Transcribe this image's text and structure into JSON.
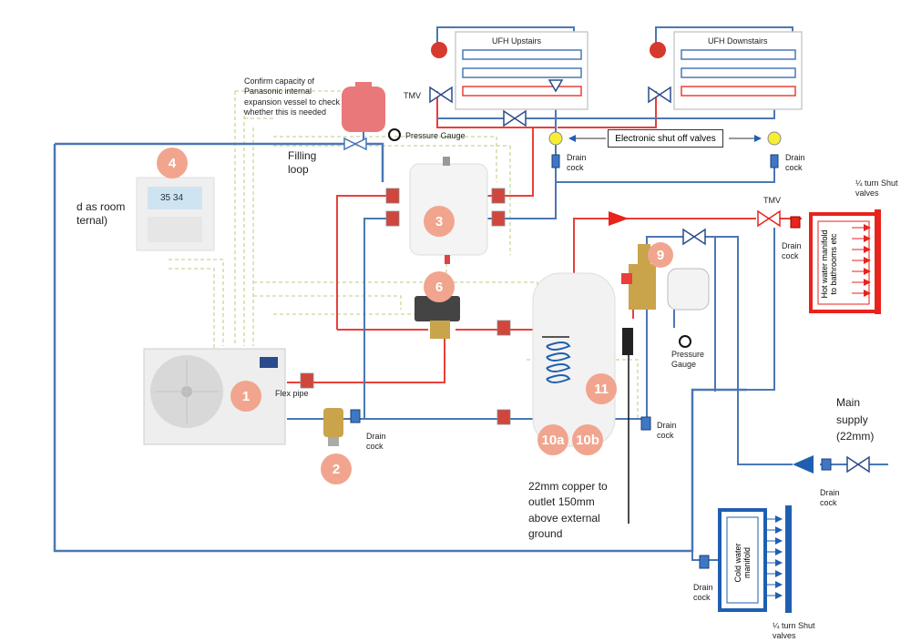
{
  "labels": {
    "expansion_note": [
      "Confirm capacity of",
      "Panasonic internal",
      "expansion vessel to check",
      "whether this is needed"
    ],
    "pressure_gauge_top": "Pressure Gauge",
    "filling_loop": [
      "Filling",
      "loop"
    ],
    "room_note": [
      "d as room",
      "ternal)"
    ],
    "ufh_upstairs": "UFH Upstairs",
    "ufh_downstairs": "UFH Downstairs",
    "tmv_top": "TMV",
    "tmv_right": "TMV",
    "electronic_shutoff": "Electronic shut off valves",
    "drain_cock_ufh1": [
      "Drain",
      "cock"
    ],
    "drain_cock_ufh2": [
      "Drain",
      "cock"
    ],
    "drain_cock_hp": [
      "Drain",
      "cock"
    ],
    "drain_cock_cyl": [
      "Drain",
      "cock"
    ],
    "drain_cock_tmv": [
      "Drain",
      "cock"
    ],
    "drain_cock_main": [
      "Drain",
      "cock"
    ],
    "drain_cock_cold": [
      "Drain",
      "cock"
    ],
    "flex_pipe": "Flex pipe",
    "pressure_gauge_right": [
      "Pressure",
      "Gauge"
    ],
    "quarter_turn_top": [
      "¼ turn Shut",
      "valves"
    ],
    "quarter_turn_bottom": [
      "¼ turn Shut",
      "valves"
    ],
    "hot_manifold": [
      "Hot water manifold",
      "to bathrooms etc"
    ],
    "cold_manifold": [
      "Cold water",
      "manifold"
    ],
    "main_supply": [
      "Main",
      "supply",
      "(22mm)"
    ],
    "outlet_note": [
      "22mm copper to",
      "outlet 150mm",
      "above external",
      "ground"
    ],
    "controller_display": "35 34"
  },
  "badges": {
    "b1": "1",
    "b2": "2",
    "b3": "3",
    "b4": "4",
    "b6": "6",
    "b9": "9",
    "b11": "11",
    "b10a": "10a",
    "b10b": "10b"
  },
  "colors": {
    "flow_red": "#e8403a",
    "return_blue": "#4a78b5",
    "dashed_green": "#c8d79a",
    "badge": "#f1a58e",
    "manifold_red": "#e8231c",
    "manifold_blue": "#1f5fb0"
  }
}
